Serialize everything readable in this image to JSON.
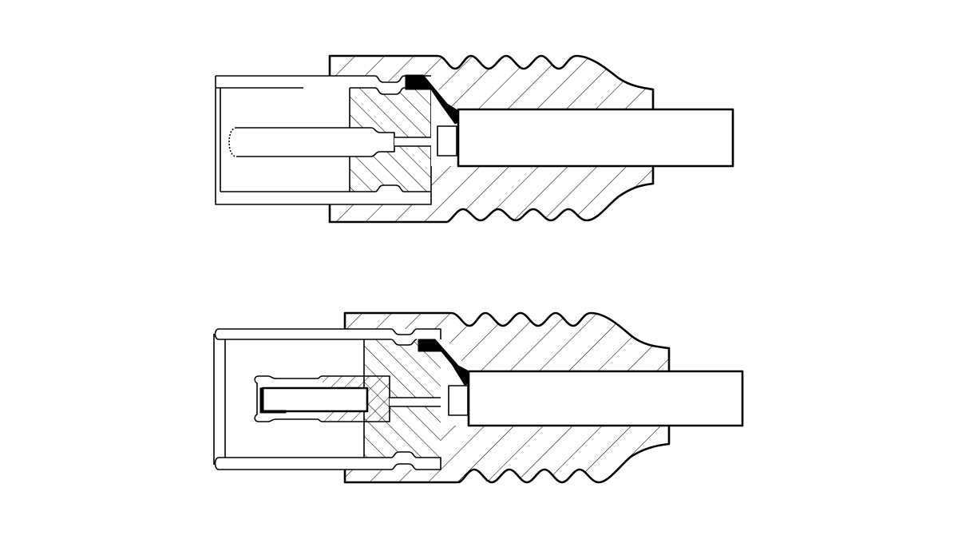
{
  "diagram": {
    "type": "technical-cross-section",
    "subject": "coaxial antenna connectors (male plug and female socket) cut-away",
    "background": "#ffffff",
    "line_color": "#000000",
    "components": [
      {
        "id": "top",
        "label": "male coaxial plug",
        "parts": [
          "outer shell",
          "hatched insulator",
          "center pin",
          "black crimp seal",
          "ribbed cable boot",
          "coax cable"
        ]
      },
      {
        "id": "bottom",
        "label": "female coaxial socket",
        "parts": [
          "outer shell",
          "hatched insulator",
          "center socket contact",
          "black crimp seal",
          "ribbed cable boot",
          "coax cable"
        ]
      }
    ]
  }
}
